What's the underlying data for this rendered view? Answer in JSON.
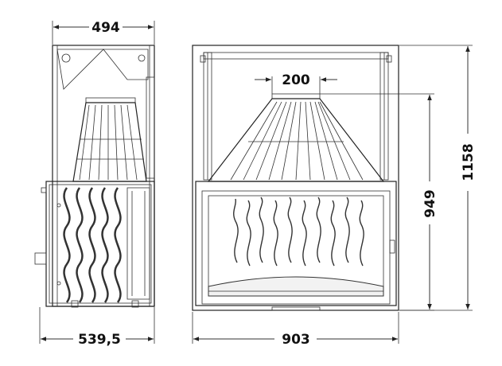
{
  "drawing": {
    "dimensions": {
      "top_width_side": "494",
      "bottom_width_side": "539,5",
      "flue_outlet": "200",
      "overall_height": "1158",
      "opening_height": "949",
      "front_width": "903"
    }
  }
}
